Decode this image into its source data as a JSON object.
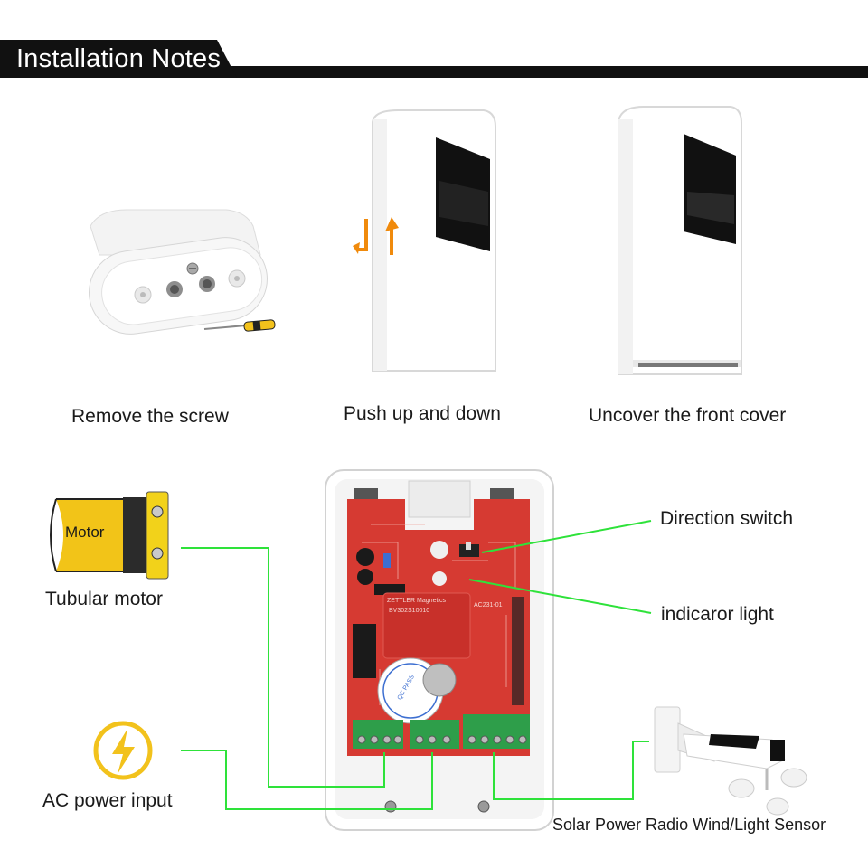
{
  "header": {
    "title": "Installation Notes"
  },
  "steps": [
    {
      "caption": "Remove the screw"
    },
    {
      "caption": "Push up and down"
    },
    {
      "caption": "Uncover the front cover"
    }
  ],
  "wiring": {
    "motor_badge": "Motor",
    "labels": {
      "tubular_motor": "Tubular motor",
      "ac_power": "AC power input",
      "direction_switch": "Direction switch",
      "indicator_light": "indicaror light",
      "sensor": "Solar Power Radio Wind/Light Sensor"
    },
    "pcb": {
      "relay_brand": "ZETTLER Magnetics",
      "relay_model": "BV302S10010",
      "chip_label": "AC231-01",
      "dial_text": "QC PASS"
    }
  },
  "colors": {
    "accent_green": "#2ee23a",
    "arrow_orange": "#f08a0c",
    "pcb_red": "#d63a32",
    "terminal_green": "#2e9e4a",
    "motor_yellow": "#f2c418"
  }
}
